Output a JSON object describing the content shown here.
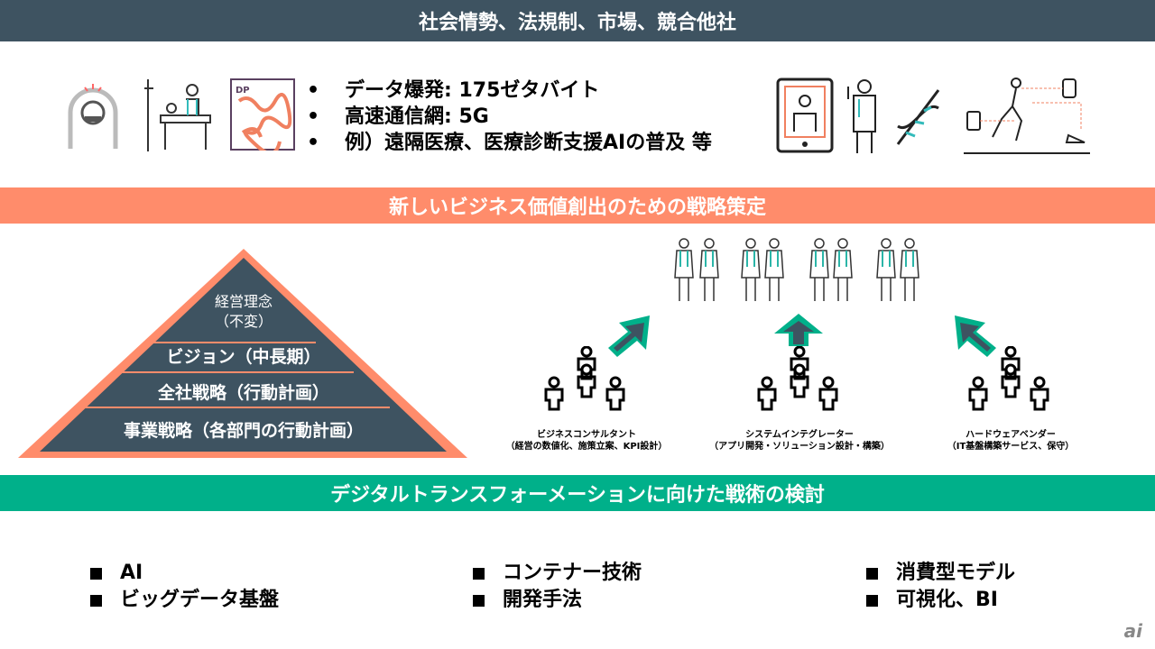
{
  "top_band": "社会情勢、法規制、市場、競合他社",
  "trends": [
    "データ爆発: 175ゼタバイト",
    "高速通信網: 5G",
    "例）遠隔医療、医療診断支援AIの普及 等"
  ],
  "bullet_char": "•",
  "dp_label": "DP",
  "mid_band": "新しいビジネス価値創出のための戦略策定",
  "pyramid": {
    "top": [
      "経営理念",
      "（不変）"
    ],
    "vision": "ビジョン（中長期）",
    "corporate": "全社戦略（行動計画）",
    "business": "事業戦略（各部門の行動計画）"
  },
  "groups": [
    {
      "name": "ビジネスコンサルタント",
      "desc": "（経営の数値化、施策立案、KPI設計）"
    },
    {
      "name": "システムインテグレーター",
      "desc": "（アプリ開発・ソリューション設計・構築）"
    },
    {
      "name": "ハードウェアベンダー",
      "desc": "（IT基盤構築サービス、保守）"
    }
  ],
  "bottom_band": "デジタルトランスフォーメーションに向けた戦術の検討",
  "tactics": [
    [
      "AI",
      "ビッグデータ基盤"
    ],
    [
      "コンテナー技術",
      "開発手法"
    ],
    [
      "消費型モデル",
      "可視化、BI"
    ]
  ],
  "logo": "ai",
  "colors": {
    "dark": "#3e5361",
    "orange": "#ff8c6b",
    "green": "#00b08a"
  }
}
